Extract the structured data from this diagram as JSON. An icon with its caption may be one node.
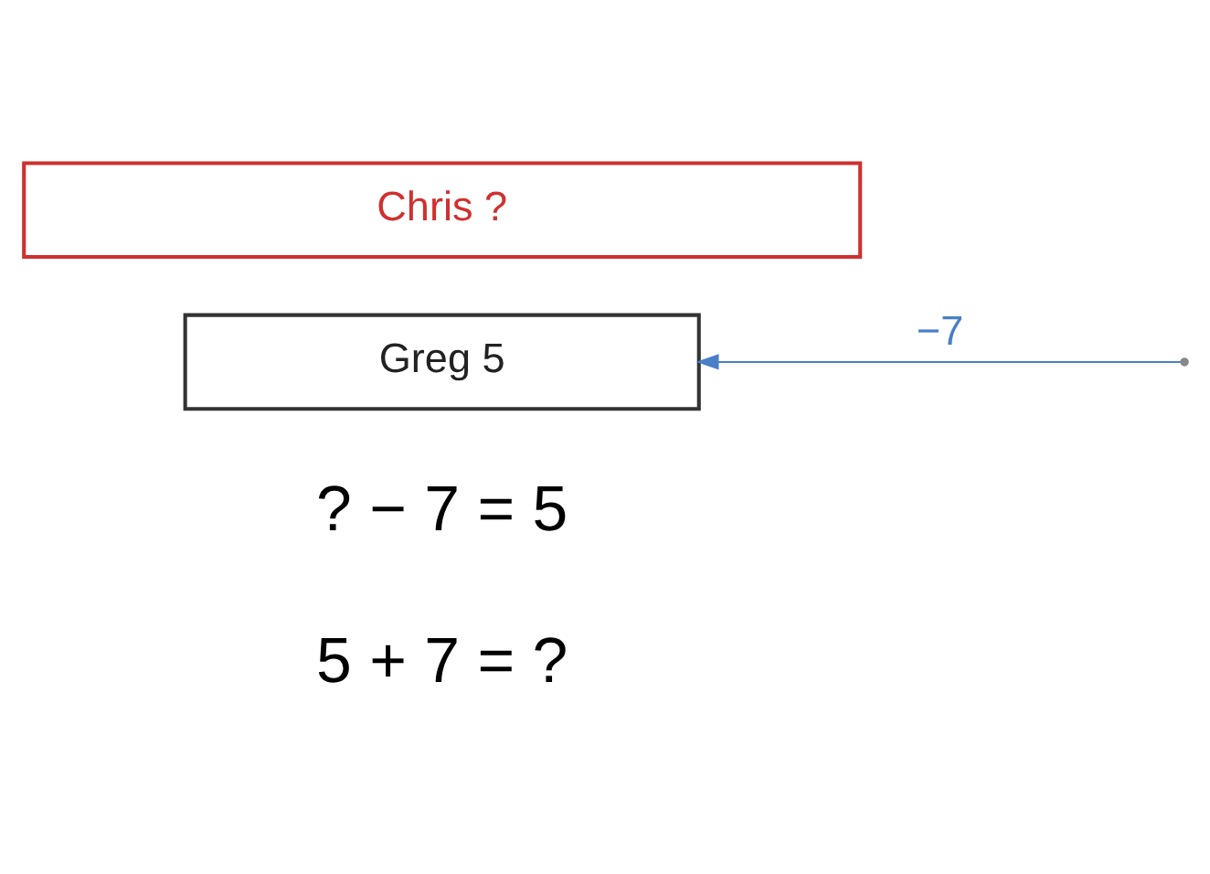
{
  "diagram": {
    "nodes": [
      {
        "text": [
          "Chris ?"
        ]
      },
      {
        "text": [
          "Greg 5"
        ]
      }
    ],
    "edges": [
      {
        "from": null,
        "to": 1,
        "arrow": "to",
        "label": "−7",
        "color": "#4a7fc8"
      }
    ],
    "labels": [
      "? − 7 = 5",
      "5 + 7 = ?"
    ]
  }
}
